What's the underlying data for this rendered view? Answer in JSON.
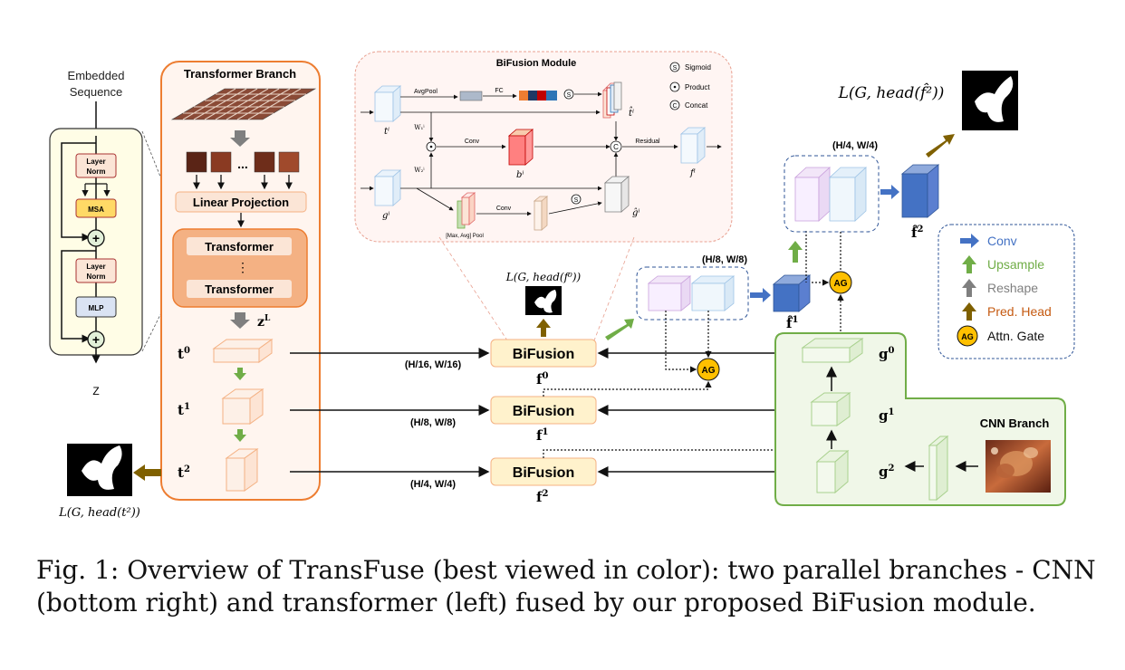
{
  "caption": "Fig. 1: Overview of TransFuse (best viewed in color): two parallel branches - CNN (bottom right) and transformer (left) fused by our proposed BiFusion module.",
  "left_block": {
    "input_label_line1": "Embedded",
    "input_label_line2": "Sequence",
    "layer_norm_1_line1": "Layer",
    "layer_norm_1_line2": "Norm",
    "msa": "MSA",
    "layer_norm_2_line1": "Layer",
    "layer_norm_2_line2": "Norm",
    "mlp": "MLP",
    "output": "Z"
  },
  "transformer_branch": {
    "title": "Transformer Branch",
    "ellipsis": "...",
    "linear_projection": "Linear Projection",
    "transformer_1": "Transformer",
    "vdots": "⋮",
    "transformer_2": "Transformer",
    "zl_label": "z",
    "zl_sup": "L",
    "t0": "t",
    "t0_sup": "0",
    "t1": "t",
    "t1_sup": "1",
    "t2": "t",
    "t2_sup": "2",
    "loss_t2": "L(G, head(t²))"
  },
  "bifusion_module": {
    "title": "BiFusion Module",
    "legend_sigmoid": "Sigmoid",
    "legend_product": "Product",
    "legend_concat": "Concat",
    "sym_s": "S",
    "sym_c": "C",
    "avgpool": "AvgPool",
    "fc": "FC",
    "conv_1": "Conv",
    "residual": "Residual",
    "pool": "[Max, Avg] Pool",
    "conv_2": "Conv",
    "t_i": "tⁱ",
    "t_hat_i": "t̂ⁱ",
    "b_i": "bⁱ",
    "f_i": "fⁱ",
    "g_i": "gⁱ",
    "g_hat_i": "ĝⁱ",
    "w1": "W₁ⁱ",
    "w2": "W₂ⁱ"
  },
  "fusion": {
    "bifusion_0": "BiFusion",
    "bifusion_1": "BiFusion",
    "bifusion_2": "BiFusion",
    "f0": "f",
    "f0_sup": "0",
    "f1": "f",
    "f1_sup": "1",
    "f2": "f",
    "f2_sup": "2",
    "res_0": "(H/16, W/16)",
    "res_1": "(H/8, W/8)",
    "res_2": "(H/4, W/4)",
    "loss_f0": "L(G, head(f⁰))"
  },
  "decoder": {
    "res_h8": "(H/8, W/8)",
    "res_h4": "(H/4, W/4)",
    "ag_1": "AG",
    "ag_2": "AG",
    "f_hat_1": "f̂",
    "f_hat_1_sup": "1",
    "f_hat_2": "f̂",
    "f_hat_2_sup": "2",
    "loss_f2": "L(G, head(f̂²))"
  },
  "cnn_branch": {
    "title": "CNN Branch",
    "g0": "g",
    "g0_sup": "0",
    "g1": "g",
    "g1_sup": "1",
    "g2": "g",
    "g2_sup": "2"
  },
  "legend": {
    "conv": "Conv",
    "upsample": "Upsample",
    "reshape": "Reshape",
    "pred_head": "Pred. Head",
    "ag_symbol": "AG",
    "attn_gate": "Attn. Gate"
  },
  "colors": {
    "conv": "#4472c4",
    "upsample": "#70ad47",
    "reshape": "#7f7f7f",
    "pred_head": "#7f6000",
    "attn_gate": "#ffc000",
    "transformer_orange": "#ed7d31",
    "bifusion_fill": "#fff2cc",
    "cnn_green": "#70ad47"
  }
}
